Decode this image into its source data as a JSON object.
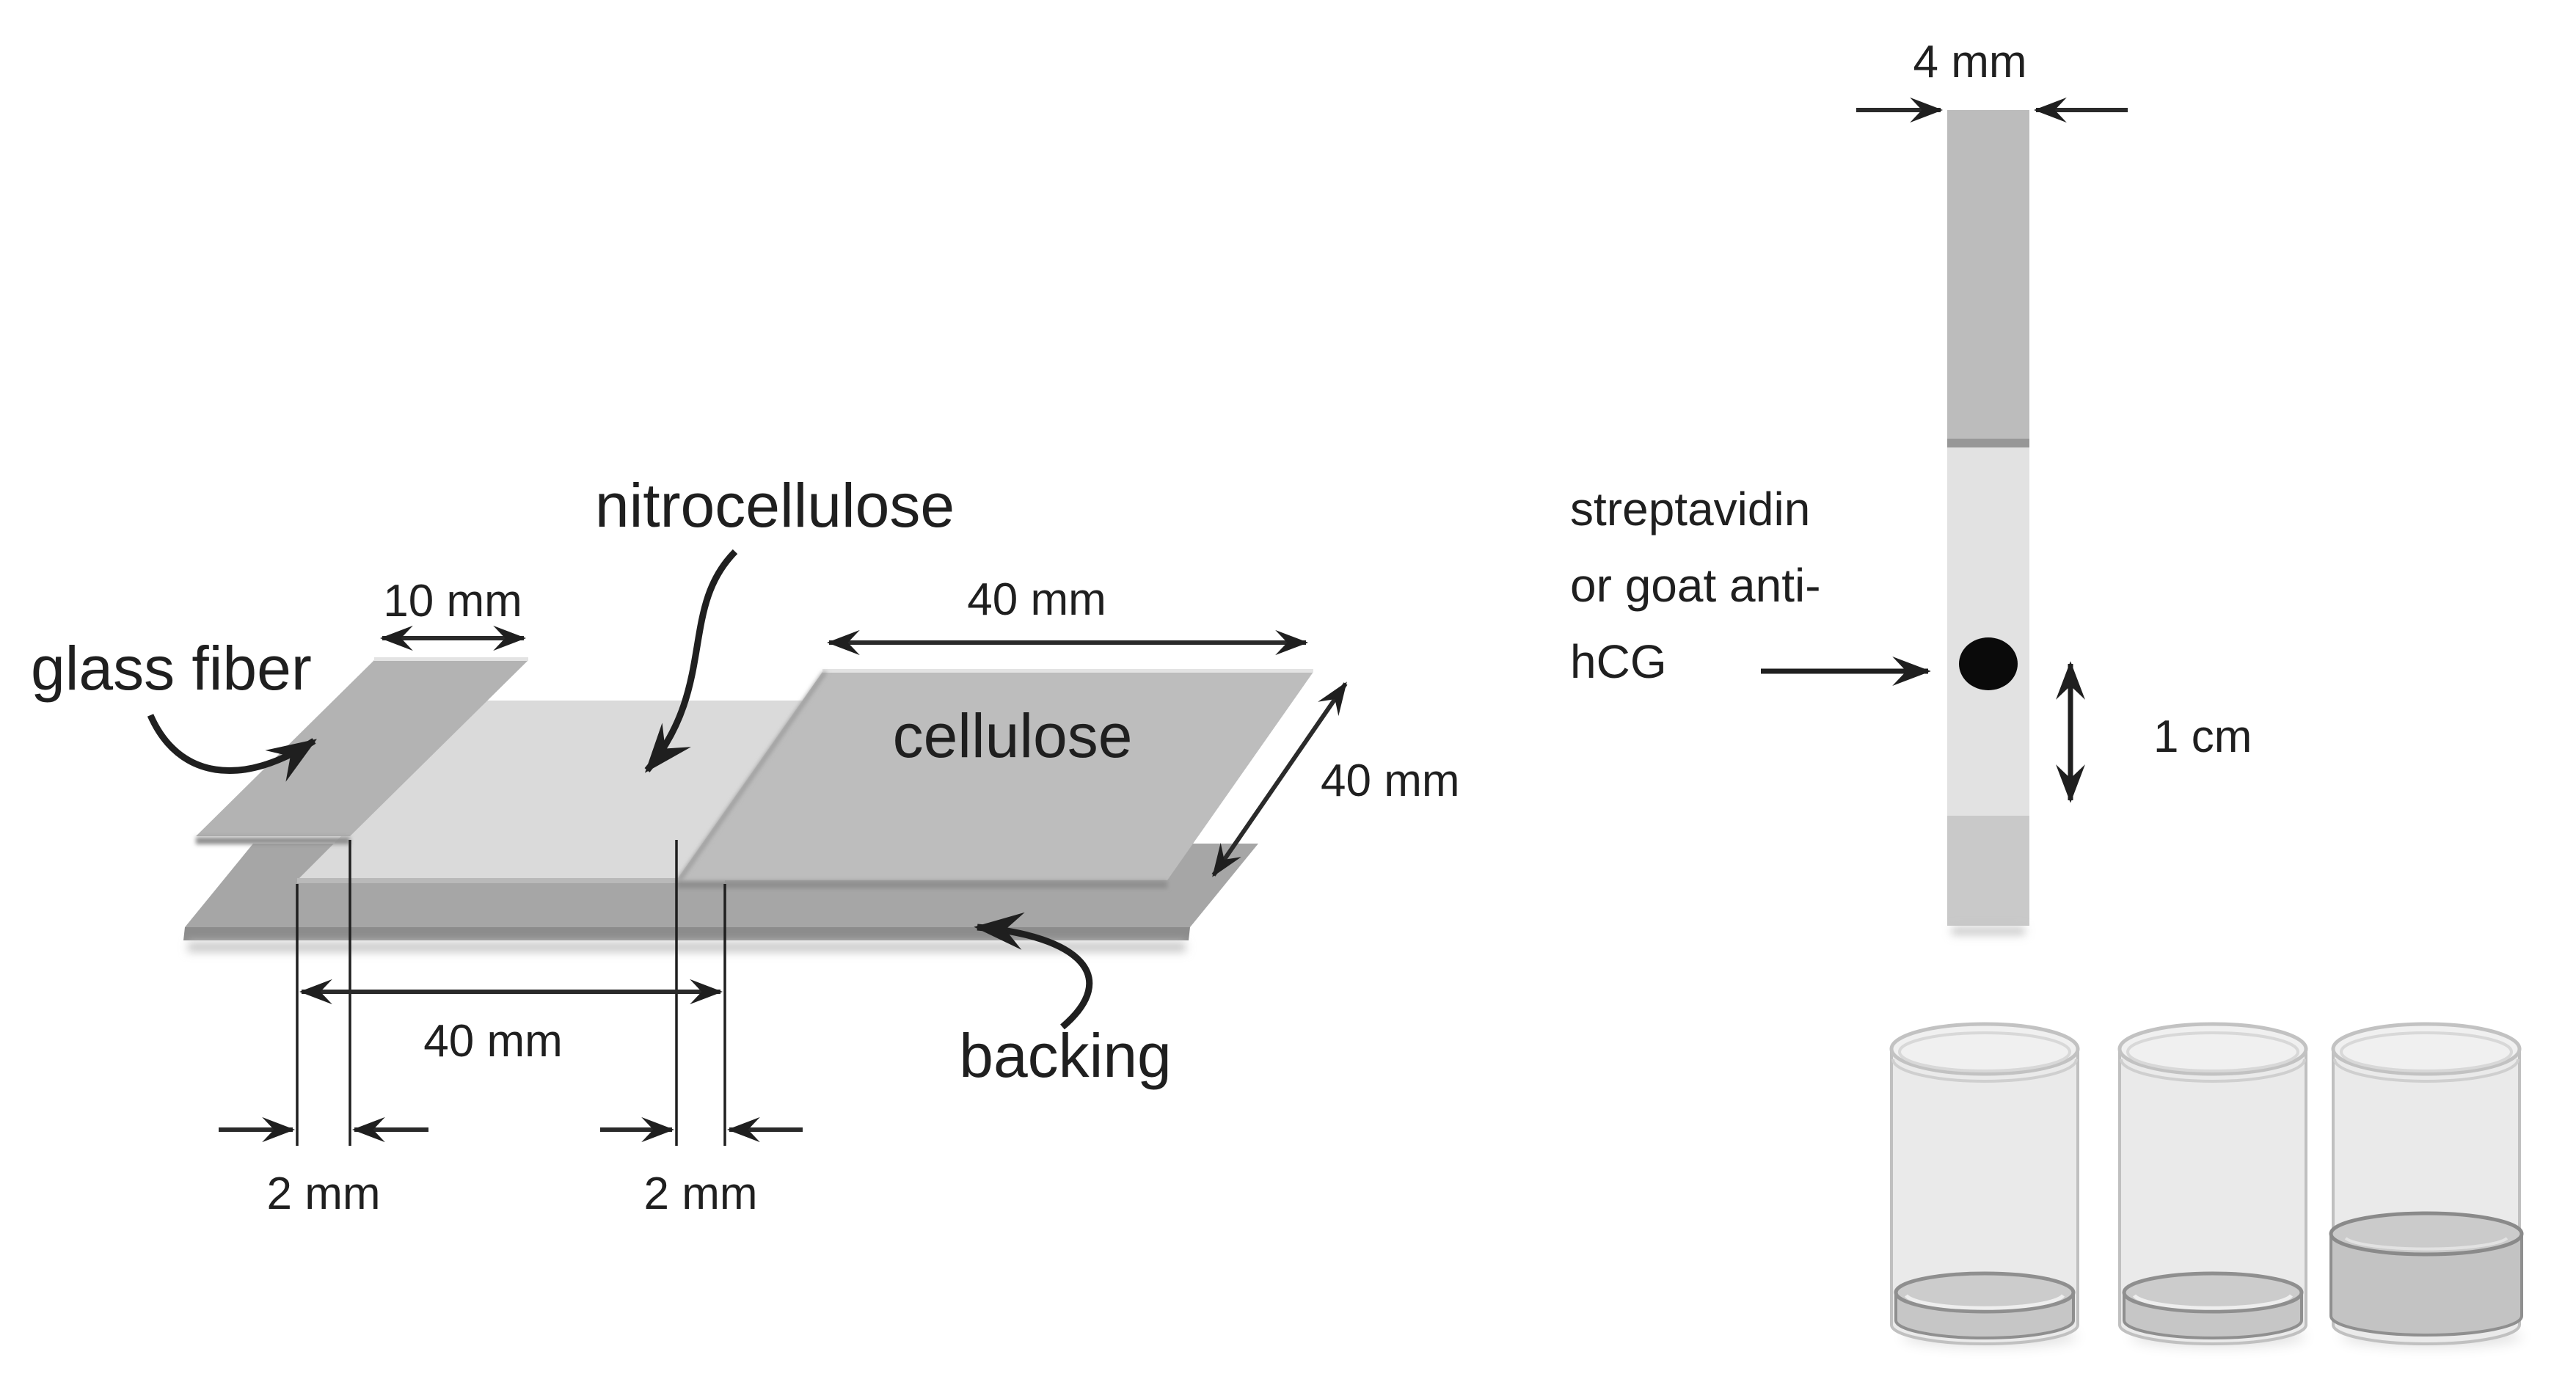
{
  "figure": {
    "assembly": {
      "labels": {
        "glass_fiber": "glass fiber",
        "nitrocellulose": "nitrocellulose",
        "cellulose": "cellulose",
        "backing": "backing"
      },
      "dimensions": {
        "pad_width": "10 mm",
        "cellulose_width": "40 mm",
        "depth": "40 mm",
        "membrane_width": "40 mm",
        "overlap_left": "2 mm",
        "overlap_right": "2 mm"
      }
    },
    "strip": {
      "dimensions": {
        "width": "4 mm",
        "spot_offset": "1 cm"
      },
      "spot_label_line1": "streptavidin",
      "spot_label_line2": "or goat anti-",
      "spot_label_line3": "hCG"
    },
    "colors": {
      "ink": "#1f1f1f",
      "glass_fiber_pad": "#b3b3b3",
      "nitrocellulose_membrane": "#dadada",
      "cellulose_pad": "#bdbdbd",
      "backing_layer": "#a6a6a6",
      "backing_front_edge": "#8c8c8c",
      "strip_sample_section": "#bcbcbc",
      "strip_separator": "#979797",
      "strip_membrane_section": "#e2e2e2",
      "strip_wick_section": "#c9c9c9",
      "capture_spot": "#0a0a0a",
      "cup_body": "#eaeaea",
      "cup_outline": "#c0c0c0",
      "liquid_fill": "#c6c6c6",
      "liquid_outline": "#8f8f8f",
      "pellet_fill": "#c3c3c3"
    }
  }
}
